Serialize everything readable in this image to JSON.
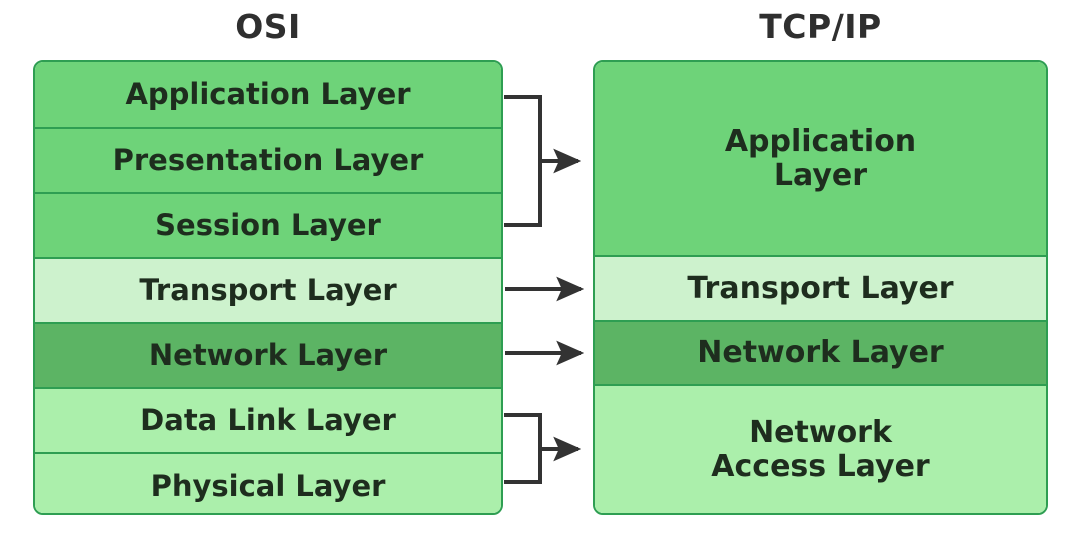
{
  "diagram": {
    "title_left": "OSI",
    "title_right": "TCP/IP",
    "palette": {
      "mid_green": "#6ed379",
      "pale_green": "#cdf2cd",
      "dark_green": "#5cb464",
      "light_green": "#abefab",
      "border_green": "#2e9e52",
      "text_dark": "#1e2d1e",
      "title_gray": "#2f2f2f",
      "connector_black": "#333333",
      "background": "#ffffff"
    }
  },
  "osi": {
    "heading": "OSI",
    "layers": [
      {
        "label": "Application Layer",
        "color": "#6ed379"
      },
      {
        "label": "Presentation Layer",
        "color": "#6ed379"
      },
      {
        "label": "Session Layer",
        "color": "#6ed379"
      },
      {
        "label": "Transport Layer",
        "color": "#cdf2cd"
      },
      {
        "label": "Network Layer",
        "color": "#5cb464"
      },
      {
        "label": "Data Link Layer",
        "color": "#abefab"
      },
      {
        "label": "Physical Layer",
        "color": "#abefab"
      }
    ]
  },
  "tcpip": {
    "heading": "TCP/IP",
    "layers": [
      {
        "label": "Application\nLayer",
        "color": "#6ed379",
        "height": 195
      },
      {
        "label": "Transport Layer",
        "color": "#cdf2cd",
        "height": 65
      },
      {
        "label": "Network Layer",
        "color": "#5cb464",
        "height": 64
      },
      {
        "label": "Network\nAccess Layer",
        "color": "#abefab",
        "height": 127
      }
    ]
  },
  "connectors": [
    {
      "name": "application-bracket",
      "type": "bracket",
      "from_layers": [
        "Application Layer",
        "Presentation Layer",
        "Session Layer"
      ],
      "to_layer": "Application Layer"
    },
    {
      "name": "transport-arrow",
      "type": "arrow",
      "from_layers": [
        "Transport Layer"
      ],
      "to_layer": "Transport Layer"
    },
    {
      "name": "network-arrow",
      "type": "arrow",
      "from_layers": [
        "Network Layer"
      ],
      "to_layer": "Network Layer"
    },
    {
      "name": "network-access-bracket",
      "type": "bracket",
      "from_layers": [
        "Data Link Layer",
        "Physical Layer"
      ],
      "to_layer": "Network Access Layer"
    }
  ]
}
